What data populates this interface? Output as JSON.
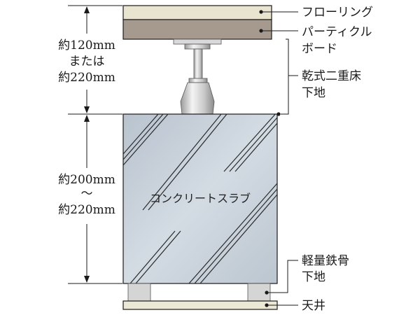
{
  "labels": {
    "flooring": "フローリング",
    "particleboard_line1": "パーティクル",
    "particleboard_line2": "ボード",
    "dry_floor_line1": "乾式二重床",
    "dry_floor_line2": "下地",
    "lgs_line1": "軽量鉄骨",
    "lgs_line2": "下地",
    "ceiling": "天井",
    "slab": "コンクリートスラブ"
  },
  "dimensions": {
    "upper_line1": "約120mm",
    "upper_line2": "または",
    "upper_line3": "約220mm",
    "lower_line1": "約200mm",
    "lower_line2": "～",
    "lower_line3": "約220mm"
  },
  "colors": {
    "flooring": "#e8e4d0",
    "particleboard": "#a69a8e",
    "slab": "#c7d0d9",
    "support": "#d5d5d5",
    "ceiling": "#ece8d6",
    "line": "#1a1a1a"
  }
}
